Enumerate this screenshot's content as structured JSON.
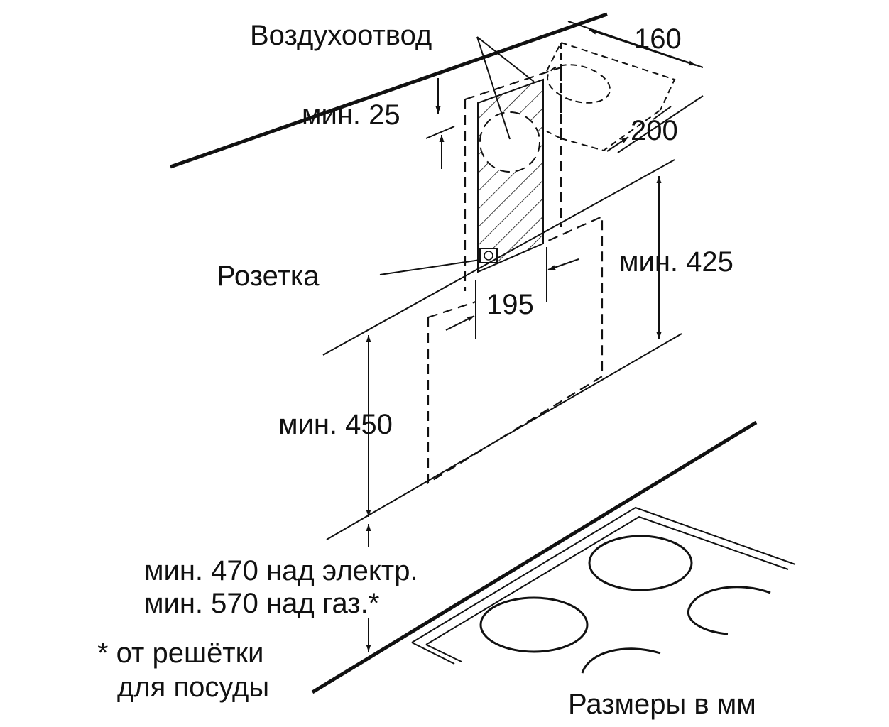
{
  "labels": {
    "duct": "Воздухоотвод",
    "socket": "Розетка",
    "dim_160": "160",
    "dim_200": "200",
    "dim_195": "195",
    "min_25": "мин. 25",
    "min_425": "мин. 425",
    "min_450": "мин. 450",
    "min_470": "мин. 470 над электр.",
    "min_570": "мин. 570 над газ.*",
    "note_line1": "* от решётки",
    "note_line2": "для посуды",
    "units": "Размеры в мм"
  },
  "colors": {
    "ink": "#111111",
    "background": "#ffffff"
  }
}
